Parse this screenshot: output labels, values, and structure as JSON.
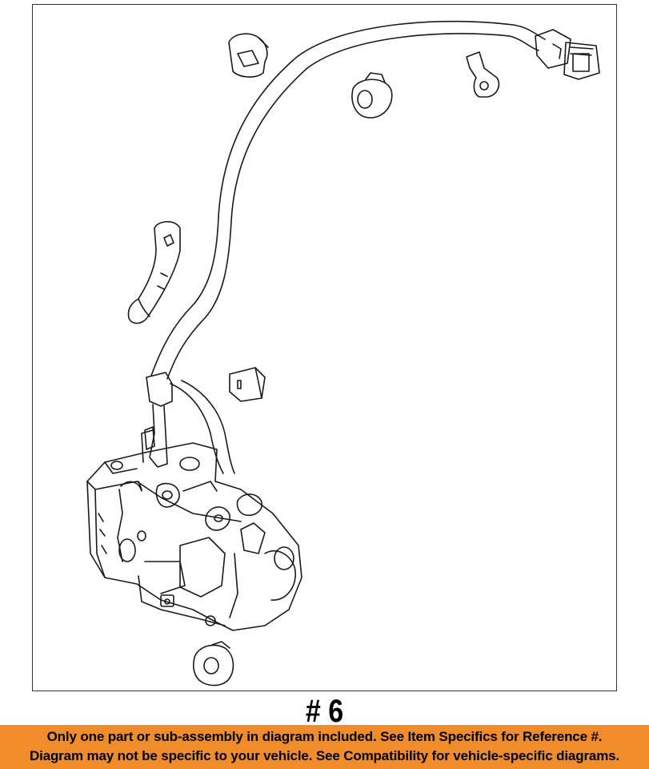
{
  "diagram": {
    "item_number": "# 6",
    "line_color": "#1a1a1a"
  },
  "notice": {
    "line1": "Only one part or sub-assembly in diagram included. See Item Specifics for Reference #.",
    "line2": "Diagram may not be specific to your vehicle. See Compatibility for vehicle-specific diagrams.",
    "background": "#f08c2a"
  }
}
